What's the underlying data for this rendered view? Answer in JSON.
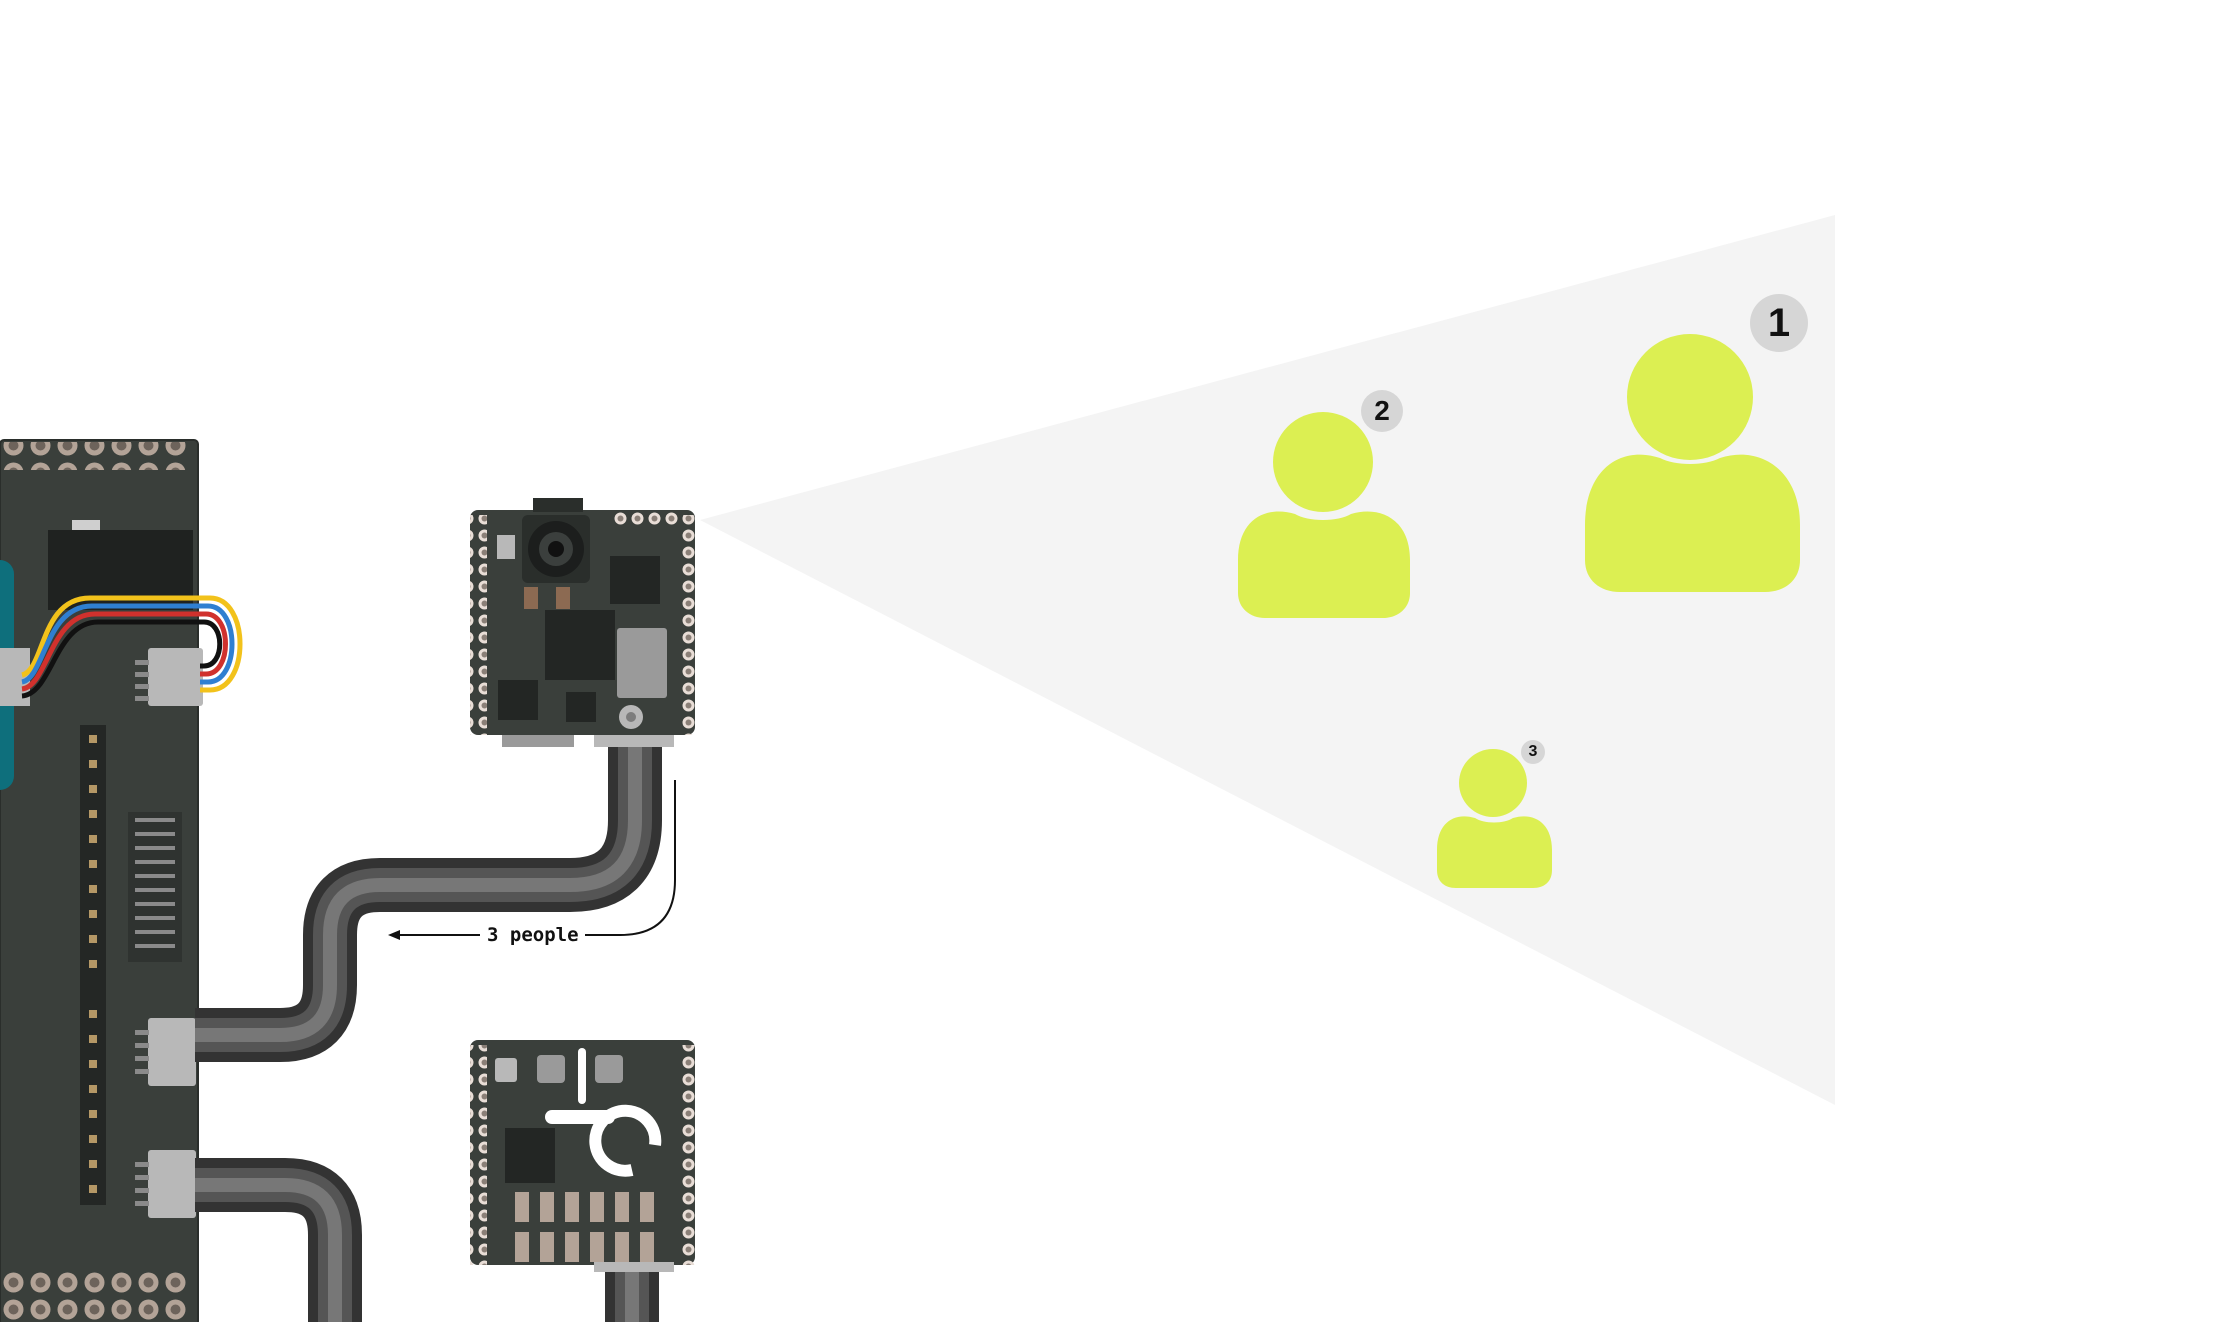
{
  "colors": {
    "board": "#3a3f3b",
    "board_dark": "#2a2e2b",
    "pad": "#b3a397",
    "pad_hole": "#6d635b",
    "cone": "#f4f4f4",
    "person": "#dcef52",
    "badge": "#d6d6d6",
    "cable_dark": "#333333",
    "cable_mid": "#555555",
    "cable_light": "#777777",
    "connector": "#b8b8b8",
    "teal": "#0e6f7c",
    "wire_yellow": "#f2c21b",
    "wire_blue": "#2f7fd1",
    "wire_red": "#d0312d",
    "wire_black": "#111111"
  },
  "annotation": {
    "label": "3 people"
  },
  "people": [
    {
      "rank": "1",
      "size": "large"
    },
    {
      "rank": "2",
      "size": "medium"
    },
    {
      "rank": "3",
      "size": "small"
    }
  ],
  "icons": [
    "camera-board-icon",
    "sensor-board-icon",
    "carrier-board-icon",
    "person-icon",
    "cable-icon"
  ]
}
